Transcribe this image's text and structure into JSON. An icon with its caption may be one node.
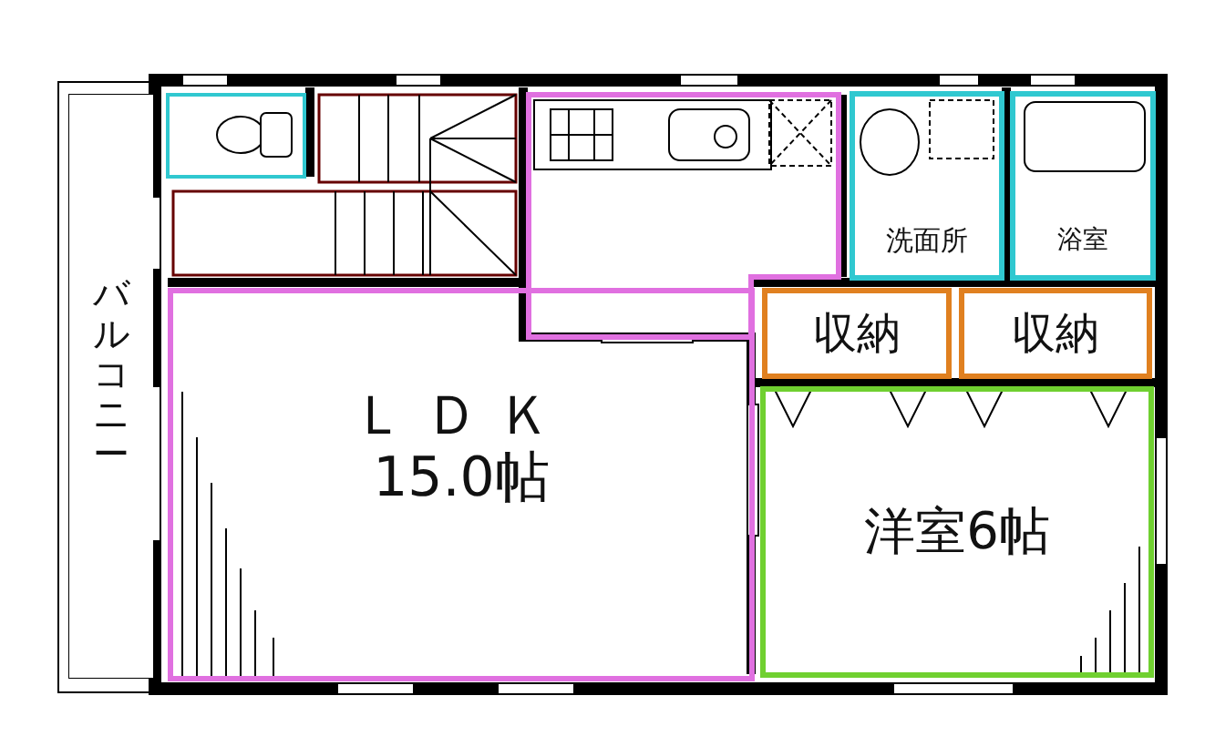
{
  "diagram": {
    "nodes": [
      {
        "text": [
          "バルコニー"
        ]
      },
      {
        "text": [
          "ＬＤＫ",
          "15.0帖"
        ]
      },
      {
        "text": [
          "洗面所"
        ]
      },
      {
        "text": [
          "浴室"
        ]
      },
      {
        "text": [
          "収納"
        ]
      },
      {
        "text": [
          "収納"
        ]
      },
      {
        "text": [
          "洋室6帖"
        ]
      }
    ]
  }
}
